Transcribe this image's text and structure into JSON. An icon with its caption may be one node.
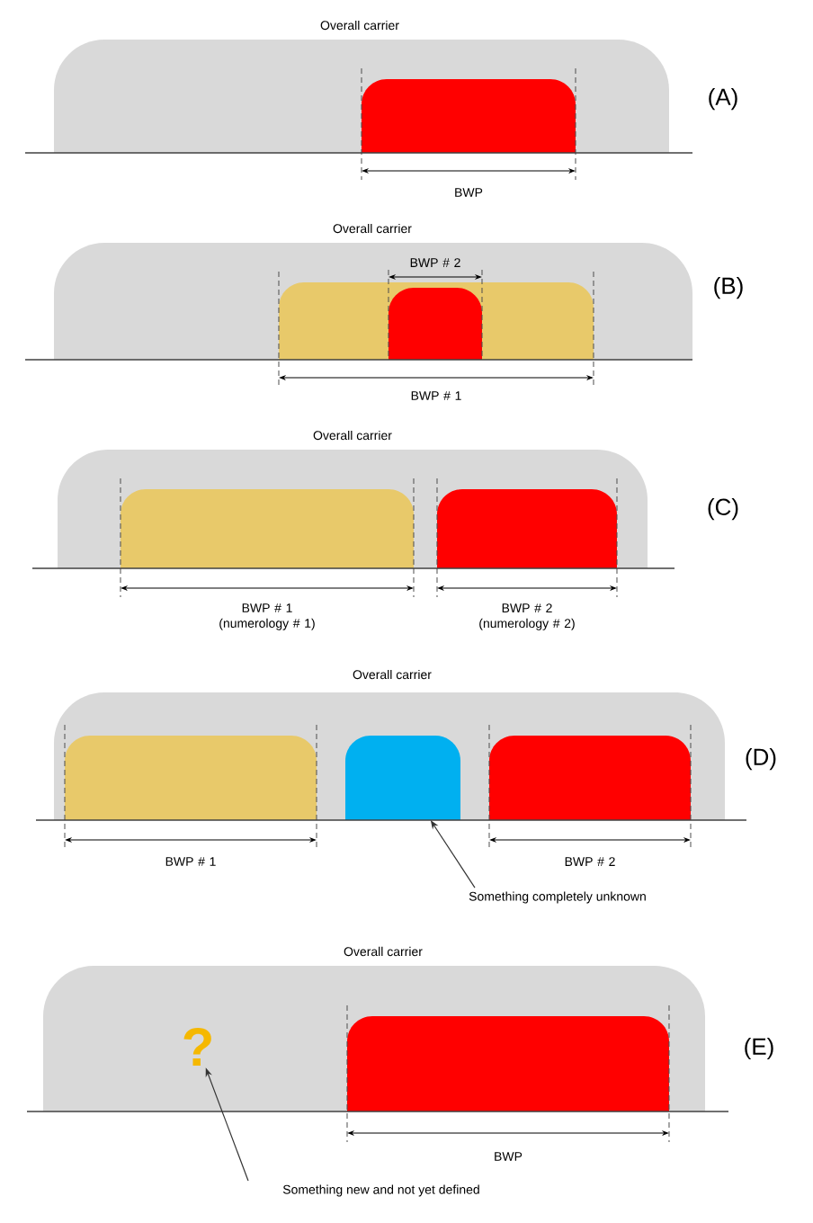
{
  "diagram": {
    "nodes": [
      {
        "text": [
          "Overall carrier"
        ]
      },
      {
        "text": [],
        "shape": "box",
        "in": 0,
        "beside": [
          "BWP"
        ]
      },
      {
        "text": [
          "Overall carrier"
        ]
      },
      {
        "text": [],
        "shape": "box",
        "in": 2,
        "beside": [
          "BWP # 1"
        ]
      },
      {
        "text": [],
        "shape": "box",
        "in": 3,
        "beside": [
          "BWP # 2"
        ]
      },
      {
        "text": [
          "Overall carrier"
        ]
      },
      {
        "text": [],
        "shape": "box",
        "in": 5,
        "beside": [
          "BWP # 1 (numerology # 1)"
        ]
      },
      {
        "text": [],
        "shape": "box",
        "in": 5,
        "beside": [
          "BWP # 2 (numerology # 2)"
        ]
      },
      {
        "text": [
          "Overall carrier"
        ]
      },
      {
        "text": [],
        "shape": "box",
        "in": 8,
        "beside": [
          "BWP # 1"
        ]
      },
      {
        "text": [],
        "shape": "box",
        "in": 8
      },
      {
        "text": [],
        "shape": "box",
        "in": 8,
        "beside": [
          "BWP # 2"
        ]
      },
      {
        "text": [
          "Something completely unknown"
        ]
      },
      {
        "text": [
          "Overall carrier"
        ]
      },
      {
        "text": [
          "?"
        ],
        "in": 13
      },
      {
        "text": [],
        "shape": "box",
        "in": 13,
        "beside": [
          "BWP"
        ]
      },
      {
        "text": [
          "Something new and not yet defined"
        ]
      }
    ],
    "edges": [
      {
        "from": 12,
        "to": 10,
        "arrow": "to"
      },
      {
        "from": 16,
        "to": 14,
        "arrow": "to"
      }
    ],
    "labels": [
      "(A)",
      "(B)",
      "(C)",
      "(D)",
      "(E)"
    ]
  }
}
